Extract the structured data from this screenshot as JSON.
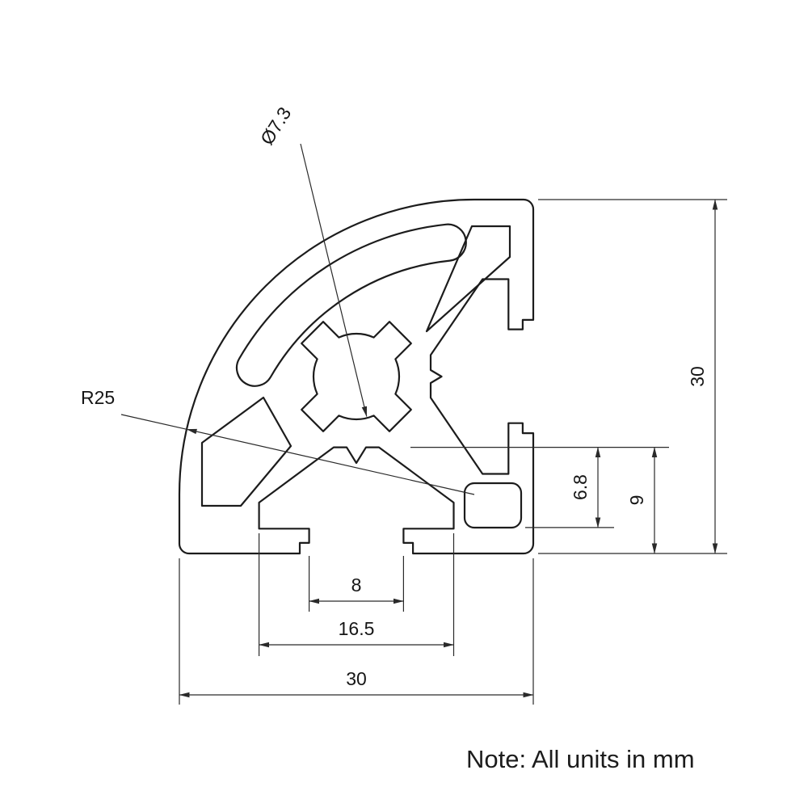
{
  "drawing": {
    "type": "technical-cross-section",
    "subject": "aluminium extrusion profile 30x30 with rounded corner",
    "units": "mm",
    "note": "Note: All units in mm",
    "dimensions": {
      "core_hole_diameter": "Ø7.3",
      "corner_radius": "R25",
      "overall_height": "30",
      "overall_width": "30",
      "slot_depth": "9",
      "cavity_offset": "6.8",
      "slot_opening_width": "8",
      "slot_cavity_width": "16.5"
    },
    "colors": {
      "line": "#1c1c1c",
      "dimension_line": "#2a2a2a",
      "background": "#ffffff"
    }
  }
}
